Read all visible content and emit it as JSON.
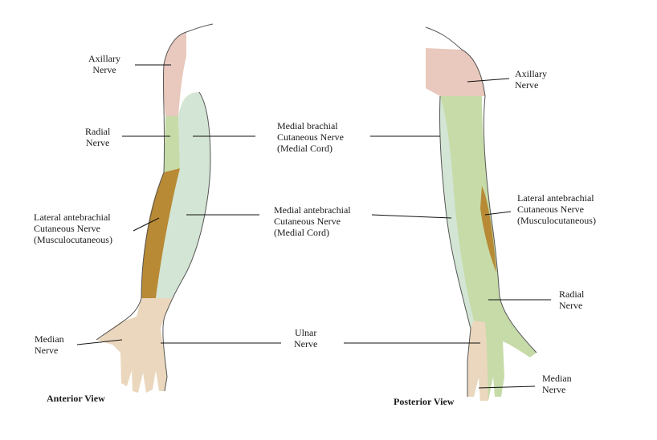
{
  "labels": {
    "left_axillary": "Axillary\nNerve",
    "left_radial": "Radial\nNerve",
    "left_lateral_antebrachial": "Lateral antebrachial\nCutaneous Nerve\n(Musculocutaneous)",
    "left_median": "Median\nNerve",
    "center_medial_brachial": "Medial brachial\nCutaneous Nerve\n(Medial Cord)",
    "center_medial_antebrachial": "Medial antebrachial\nCutaneous Nerve\n(Medial Cord)",
    "center_ulnar": "Ulnar\nNerve",
    "right_axillary": "Axillary\nNerve",
    "right_lateral_antebrachial": "Lateral antebrachial\nCutaneous Nerve\n(Musculocutaneous)",
    "right_radial": "Radial\nNerve",
    "right_median": "Median\nNerve"
  },
  "views": {
    "anterior": "Anterior View",
    "posterior": "Posterior View"
  },
  "colors": {
    "axillary": "#e9c8bd",
    "radial_green": "#c6dba8",
    "lateral_antebrachial": "#b88a35",
    "medial_cord": "#d3e5d4",
    "median_ulnar_skin": "#ead7bd",
    "outline": "#555555",
    "leader": "#111111"
  }
}
